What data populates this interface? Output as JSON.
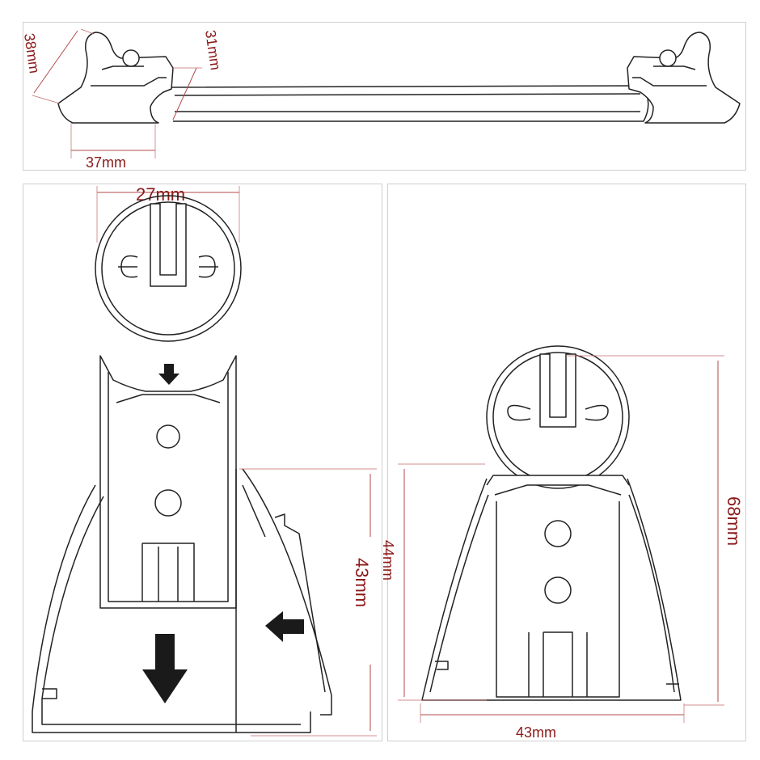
{
  "dimensions": {
    "top_height": "38mm",
    "top_slot": "31mm",
    "top_width": "37mm",
    "tube_diameter": "27mm",
    "base_height_left": "43mm",
    "assembly_height": "68mm",
    "base_height_right": "44mm",
    "base_width": "43mm"
  },
  "colors": {
    "dimension": "#8b1a1a",
    "outline": "#222222",
    "frame": "#cfcfcf",
    "arrow": "#1a1a1a"
  },
  "icons": [
    "arrow-down-small-icon",
    "arrow-down-large-icon",
    "arrow-left-icon"
  ]
}
